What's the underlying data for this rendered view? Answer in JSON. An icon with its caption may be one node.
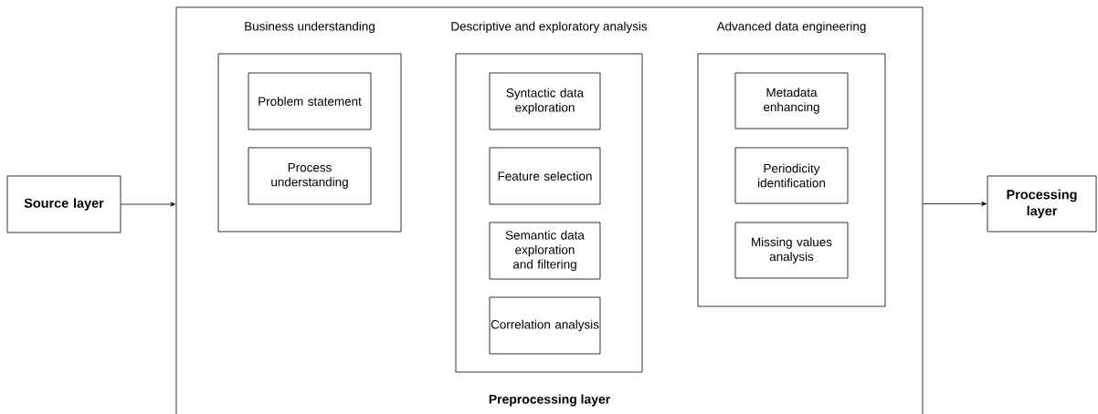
{
  "diagram": {
    "nodes": [
      {
        "text": [
          "Source layer"
        ]
      },
      {
        "text": [
          "Preprocessing layer"
        ]
      },
      {
        "text": [
          "Business understanding"
        ],
        "in": 1
      },
      {
        "text": [
          "Problem statement"
        ],
        "in": 2
      },
      {
        "text": [
          "Process understanding"
        ],
        "in": 2
      },
      {
        "text": [
          "Descriptive and exploratory analysis"
        ],
        "in": 1
      },
      {
        "text": [
          "Syntactic data exploration"
        ],
        "in": 5
      },
      {
        "text": [
          "Feature selection"
        ],
        "in": 5
      },
      {
        "text": [
          "Semantic data exploration and filtering"
        ],
        "in": 5
      },
      {
        "text": [
          "Correlation analysis"
        ],
        "in": 5
      },
      {
        "text": [
          "Advanced data engineering"
        ],
        "in": 1
      },
      {
        "text": [
          "Metadata enhancing"
        ],
        "in": 10
      },
      {
        "text": [
          "Periodicity identification"
        ],
        "in": 10
      },
      {
        "text": [
          "Missing values analysis"
        ],
        "in": 10
      },
      {
        "text": [
          "Processing layer"
        ]
      }
    ],
    "edges": [
      {
        "from": 0,
        "to": 1,
        "arrow": "to"
      },
      {
        "from": 1,
        "to": 14,
        "arrow": "to"
      }
    ]
  }
}
